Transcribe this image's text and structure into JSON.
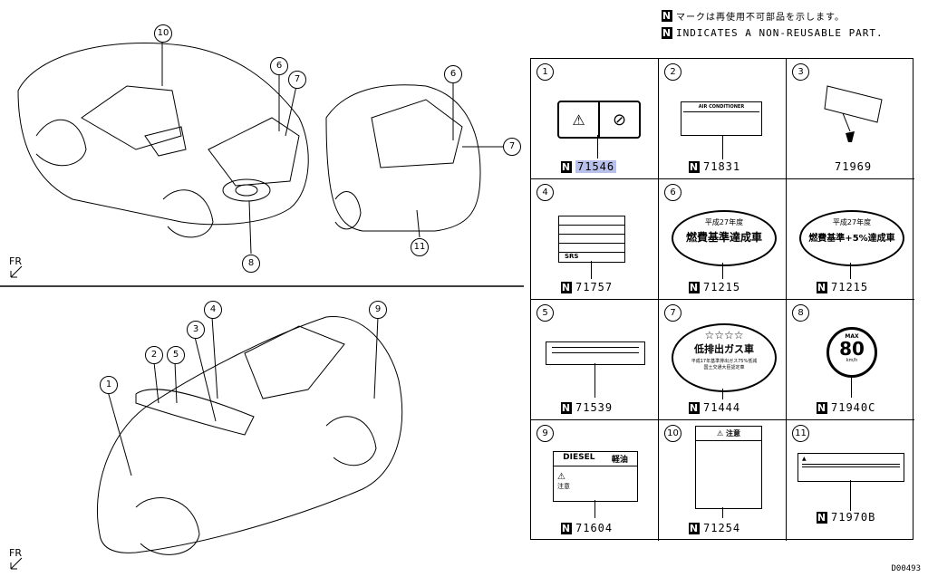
{
  "legend": {
    "badge": "N",
    "line_jp": "マークは再使用不可部品を示します。",
    "line_en": "INDICATES A NON-REUSABLE PART."
  },
  "fr_label": "FR",
  "diagram_code": "D00493",
  "callouts_top": [
    "10",
    "6",
    "7",
    "8",
    "6",
    "7",
    "11"
  ],
  "callouts_bottom": [
    "1",
    "2",
    "5",
    "3",
    "4",
    "9"
  ],
  "highlight_color": "#b9c1ea",
  "cells": [
    {
      "num": "1",
      "part": "71546",
      "highlighted": true
    },
    {
      "num": "2",
      "part": "71831",
      "badge": true,
      "label_title": "AIR CONDITIONER"
    },
    {
      "num": "3",
      "part": "71969",
      "badge": false
    },
    {
      "num": "4",
      "part": "71757",
      "badge": true,
      "label_text": "SRS"
    },
    {
      "num": "6",
      "part": "71215",
      "badge": true,
      "label_top": "平成27年度",
      "label_main": "燃費基準達成車"
    },
    {
      "num": "",
      "part": "71215",
      "badge": true,
      "label_top": "平成27年度",
      "label_main": "燃費基準+5%達成車"
    },
    {
      "num": "5",
      "part": "71539",
      "badge": true
    },
    {
      "num": "7",
      "part": "71444",
      "badge": true,
      "label_stars": "☆☆☆☆",
      "label_main": "低排出ガス車",
      "label_sub1": "平成17年基準排出ガス75%低減",
      "label_sub2": "国土交通大臣認定車"
    },
    {
      "num": "8",
      "part": "71940C",
      "badge": true,
      "label_max": "MAX",
      "label_speed": "80",
      "label_unit": "km/h"
    },
    {
      "num": "9",
      "part": "71604",
      "badge": true,
      "label_diesel": "DIESEL",
      "label_fuel": "軽油",
      "label_caution": "注意"
    },
    {
      "num": "10",
      "part": "71254",
      "badge": true,
      "label_caution": "注意"
    },
    {
      "num": "11",
      "part": "71970B",
      "badge": true
    }
  ]
}
